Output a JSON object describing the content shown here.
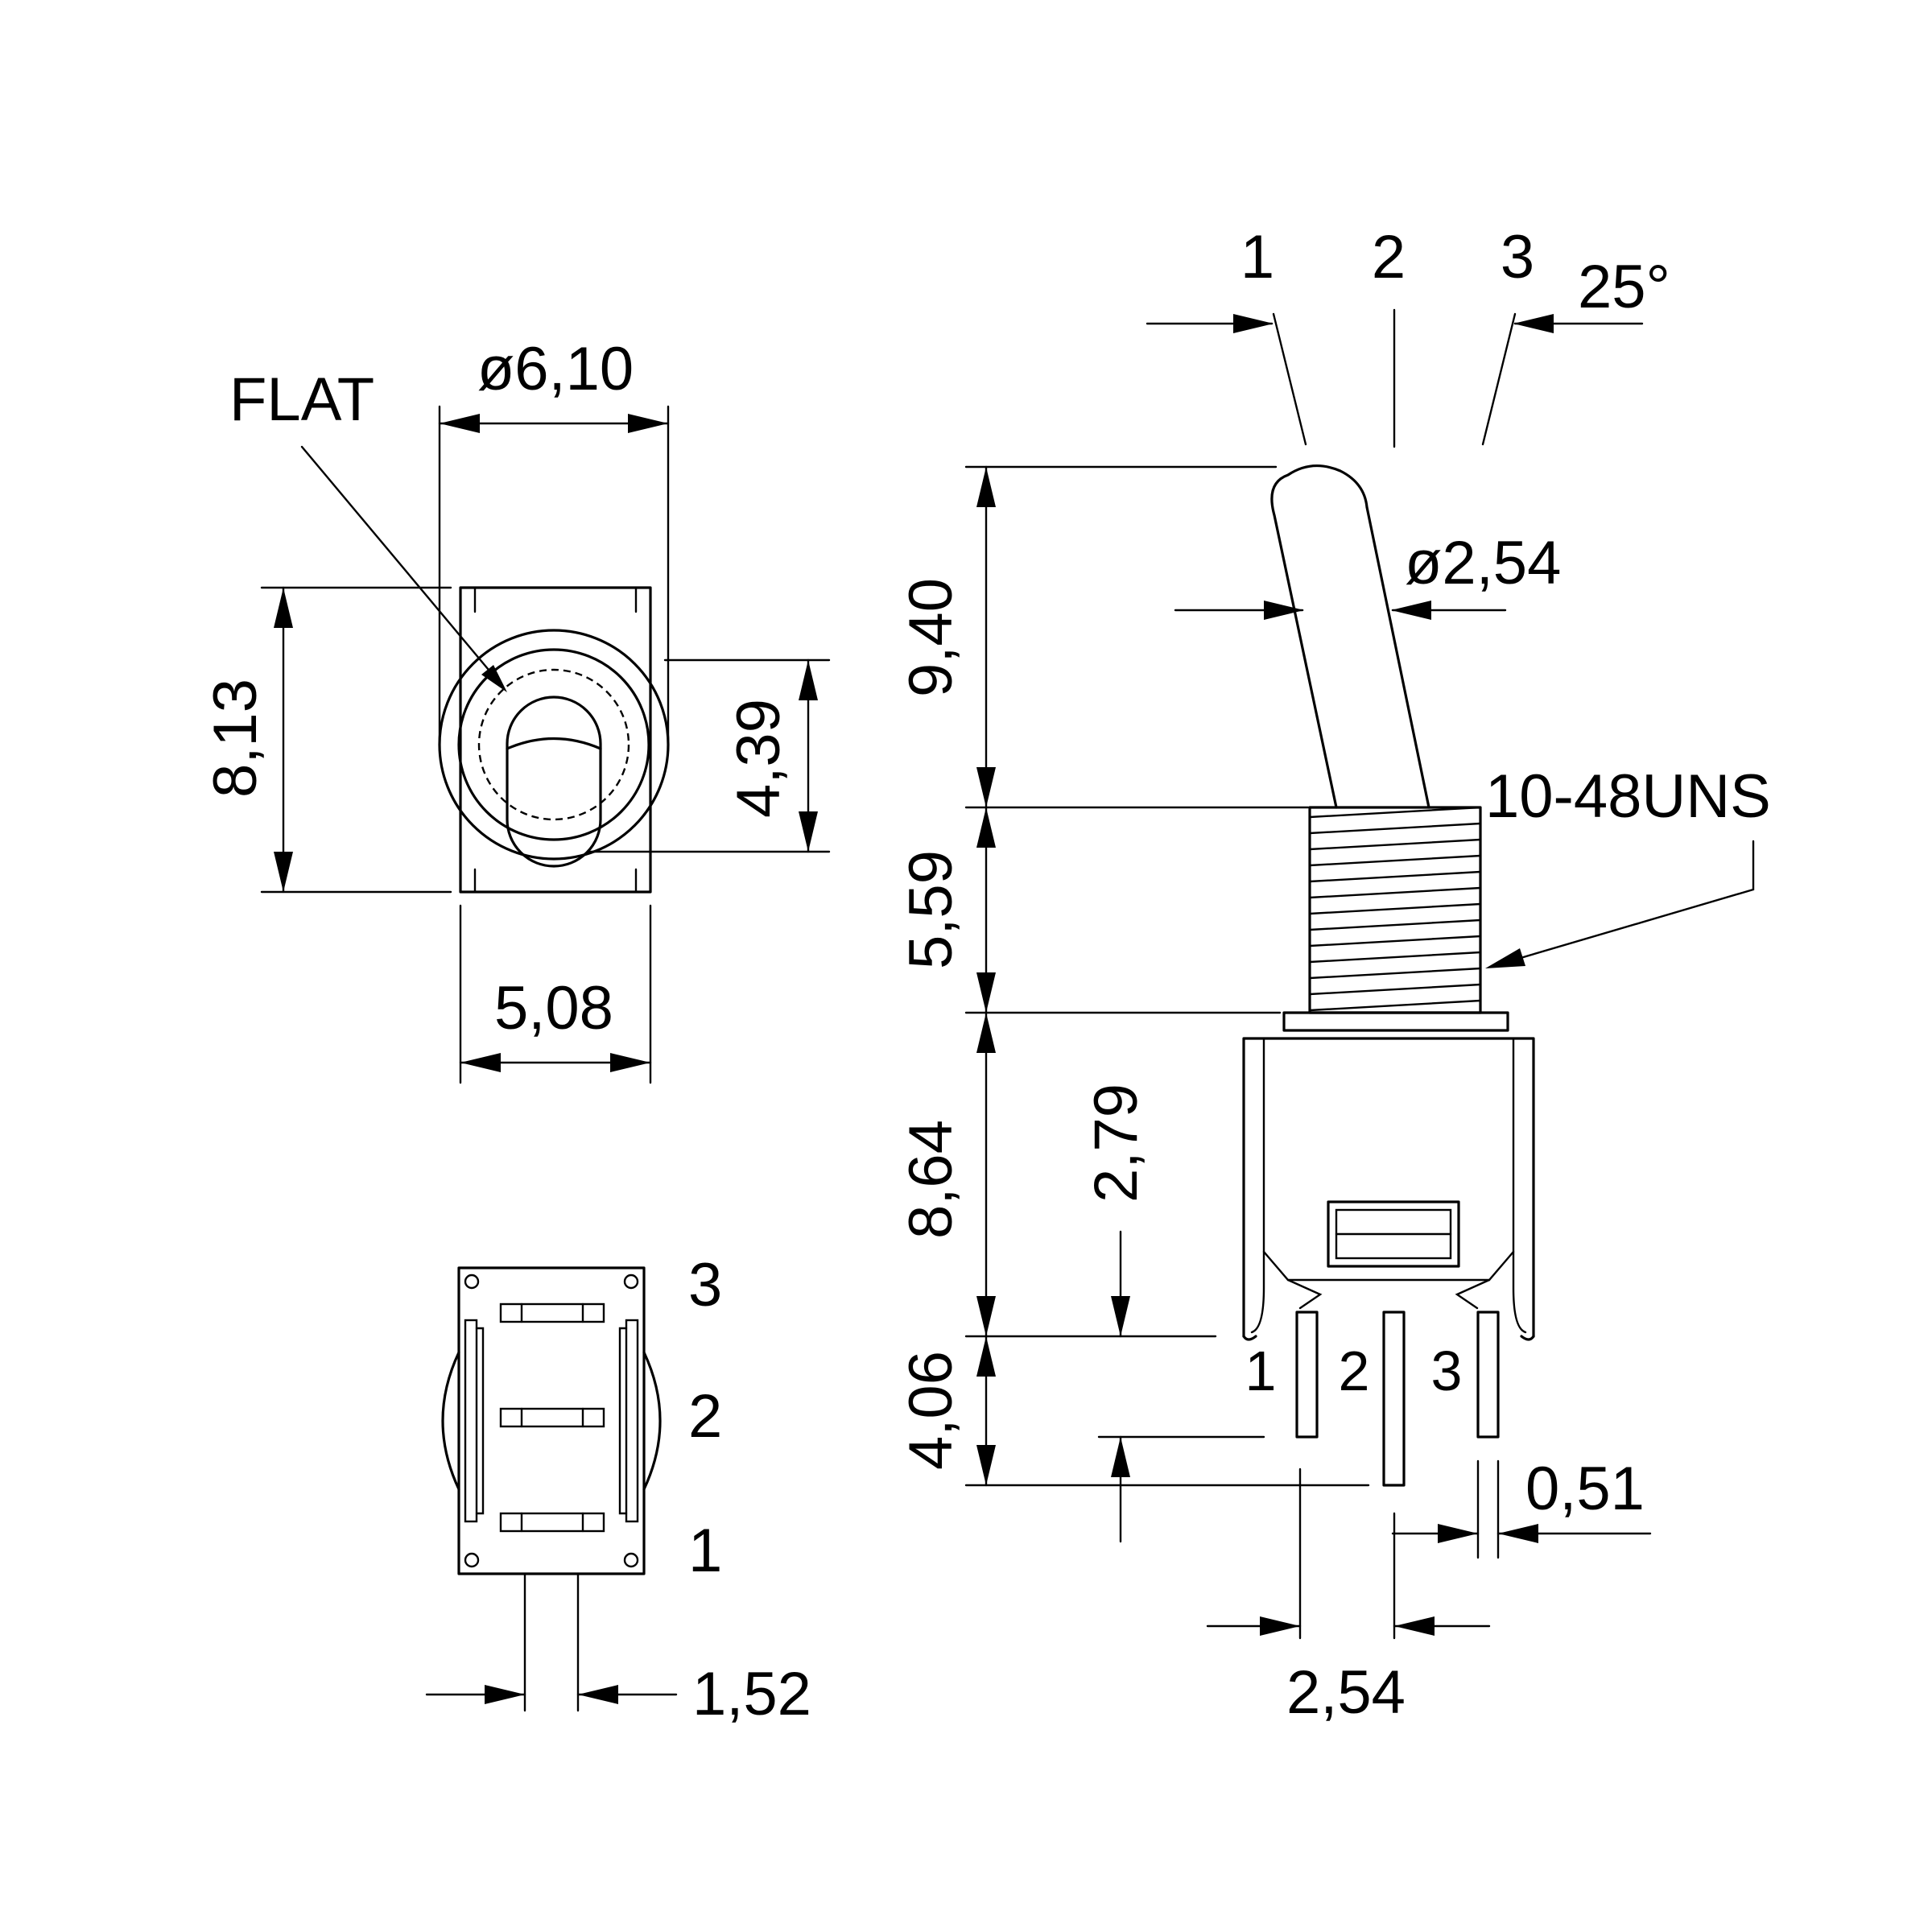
{
  "front_view": {
    "flat_label": "FLAT",
    "diameter_label": "ø6,10",
    "height_label": "8,13",
    "flat_height_label": "4,39",
    "width_label": "5,08"
  },
  "bottom_view": {
    "pin_labels": [
      "3",
      "2",
      "1"
    ],
    "pin_width_label": "1,52"
  },
  "side_view": {
    "position_labels": [
      "1",
      "2",
      "3"
    ],
    "angle_label": "25°",
    "lever_length_label": "9,40",
    "lever_diameter_label": "ø2,54",
    "thread_label": "10-48UNS",
    "bushing_label": "5,59",
    "body_label": "8,64",
    "standoff_label": "2,79",
    "pin_length_label": "4,06",
    "terminal_labels": [
      "1",
      "2",
      "3"
    ],
    "pin_thickness_label": "0,51",
    "pin_pitch_label": "2,54"
  }
}
